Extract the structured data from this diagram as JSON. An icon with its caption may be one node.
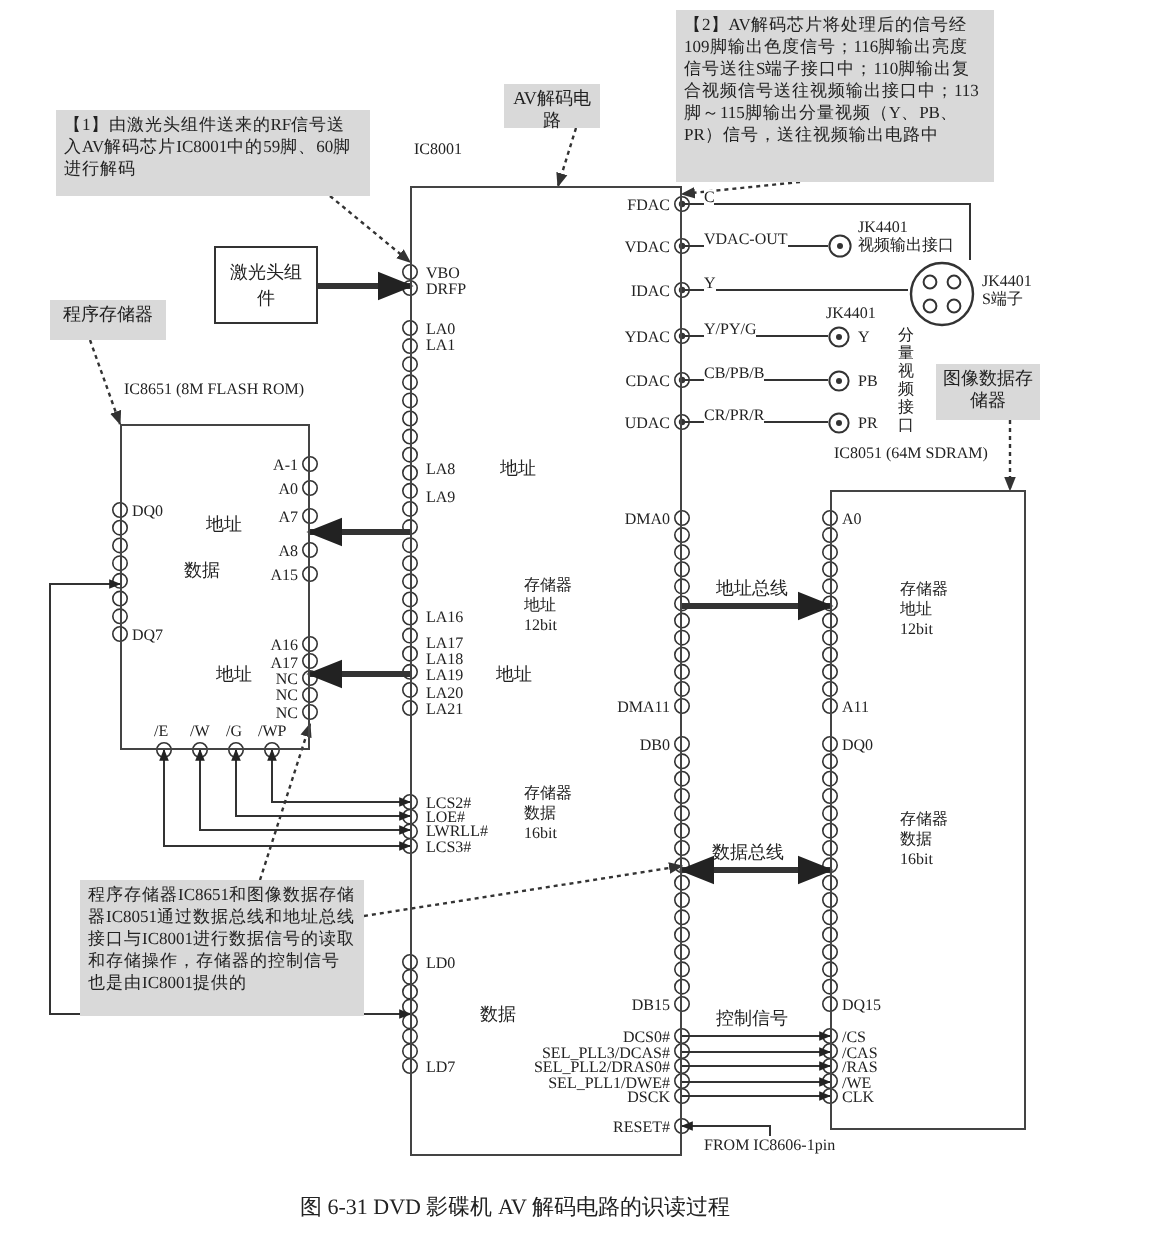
{
  "diagram": {
    "caption": "图 6-31 DVD 影碟机 AV 解码电路的识读过程",
    "nodes": [
      {
        "text": [
          "【1】由激光头组件送来的RF信号送入AV解码芯片IC8001中的59脚、60脚进行解码"
        ]
      },
      {
        "text": [
          "AV解码电路"
        ]
      },
      {
        "text": [
          "【2】AV解码芯片将处理后的信号经109脚输出色度信号；116脚输出亮度信号送往S端子接口中；110脚输出复合视频信号送往视频输出接口中；113脚～115脚输出分量视频（Y、PB、PR）信号，送往视频输出电路中"
        ]
      },
      {
        "text": [
          "程序存储器"
        ]
      },
      {
        "text": [
          "激光头组件"
        ]
      },
      {
        "text": [
          "IC8001"
        ]
      },
      {
        "text": [
          "IC8651 (8M FLASH ROM)"
        ]
      },
      {
        "text": [
          "图像数据存储器"
        ]
      },
      {
        "text": [
          "IC8051 (64M SDRAM)"
        ]
      },
      {
        "text": [
          "JK4401",
          "视频输出接口"
        ]
      },
      {
        "text": [
          "JK4401",
          "S端子"
        ]
      },
      {
        "text": [
          "Y"
        ]
      },
      {
        "text": [
          "PB"
        ]
      },
      {
        "text": [
          "PR"
        ]
      },
      {
        "text": [
          "程序存储器IC8651和图像数据存储器IC8051通过数据总线和地址总线接口与IC8001进行数据信号的读取和存储操作，存储器的控制信号也是由IC8001提供的"
        ]
      },
      {
        "text": [
          "FROM IC8606-1pin"
        ]
      }
    ],
    "edges": [
      {
        "from": 0,
        "to": 5,
        "arrow": "to",
        "style": "dashed"
      },
      {
        "from": 1,
        "to": 5,
        "arrow": "to",
        "style": "dashed"
      },
      {
        "from": 2,
        "to": 5,
        "arrow": "to",
        "style": "dashed"
      },
      {
        "from": 3,
        "to": 6,
        "arrow": "to",
        "style": "dashed"
      },
      {
        "from": 7,
        "to": 8,
        "arrow": "to",
        "style": "dashed"
      },
      {
        "from": 14,
        "to": 6,
        "arrow": "to",
        "style": "dashed"
      },
      {
        "from": 14,
        "to": 5,
        "arrow": "to",
        "style": "dashed"
      },
      {
        "from": 4,
        "to": 5,
        "arrow": "to",
        "style": "thick"
      },
      {
        "from": 5,
        "to": 10,
        "arrow": "other",
        "label": "C"
      },
      {
        "from": 5,
        "to": 9,
        "arrow": "other",
        "label": "VDAC-OUT"
      },
      {
        "from": 5,
        "to": 10,
        "arrow": "other",
        "label": "Y"
      },
      {
        "from": 5,
        "to": 11,
        "arrow": "other",
        "label": "Y/PY/G"
      },
      {
        "from": 5,
        "to": 12,
        "arrow": "other",
        "label": "CB/PB/B"
      },
      {
        "from": 5,
        "to": 13,
        "arrow": "other",
        "label": "CR/PR/R"
      },
      {
        "from": 5,
        "to": 6,
        "arrow": "to",
        "style": "thick"
      },
      {
        "from": 5,
        "to": 6,
        "arrow": "to",
        "style": "thick"
      },
      {
        "from": 5,
        "to": 8,
        "arrow": "to",
        "style": "thick"
      },
      {
        "from": 5,
        "to": 8,
        "arrow": "both",
        "style": "thick"
      },
      {
        "from": 5,
        "to": 6,
        "arrow": "both"
      },
      {
        "from": 5,
        "to": 6,
        "arrow": "both"
      },
      {
        "from": 5,
        "to": 6,
        "arrow": "both"
      },
      {
        "from": 5,
        "to": 6,
        "arrow": "both"
      },
      {
        "from": 5,
        "to": 6,
        "arrow": "both"
      },
      {
        "from": 5,
        "to": 8,
        "arrow": "to"
      },
      {
        "from": 5,
        "to": 8,
        "arrow": "to"
      },
      {
        "from": 5,
        "to": 8,
        "arrow": "to"
      },
      {
        "from": 5,
        "to": 8,
        "arrow": "to"
      },
      {
        "from": 5,
        "to": 8,
        "arrow": "to"
      },
      {
        "from": 15,
        "to": 5,
        "arrow": "to"
      }
    ],
    "labels": [
      "VBO",
      "DRFP",
      "LA0",
      "LA1",
      "LA8",
      "LA9",
      "LA16",
      "LA17",
      "LA18",
      "LA19",
      "LA20",
      "LA21",
      "地址",
      "地址",
      "LCS2#",
      "LOE#",
      "LWRLL#",
      "LCS3#",
      "LD0",
      "LD7",
      "数据",
      "FDAC",
      "VDAC",
      "IDAC",
      "YDAC",
      "CDAC",
      "UDAC",
      "存储器地址12bit",
      "DMA0",
      "DMA11",
      "存储器数据16bit",
      "DB0",
      "DB15",
      "DCS0#",
      "SEL_PLL3/DCAS#",
      "SEL_PLL2/DRAS0#",
      "SEL_PLL1/DWE#",
      "DSCK",
      "RESET#",
      "地址总线",
      "数据总线",
      "控制信号",
      "A0",
      "A11",
      "存储器地址12bit",
      "DQ0",
      "存储器数据16bit",
      "DQ15",
      "/CS",
      "/CAS",
      "/RAS",
      "/WE",
      "CLK",
      "DQ0",
      "DQ7",
      "数据",
      "A-1",
      "A0",
      "A7",
      "A8",
      "A15",
      "地址",
      "A16",
      "A17",
      "NC",
      "NC",
      "NC",
      "地址",
      "/E",
      "/W",
      "/G",
      "/WP",
      "JK4401",
      "分量视频接口"
    ]
  }
}
